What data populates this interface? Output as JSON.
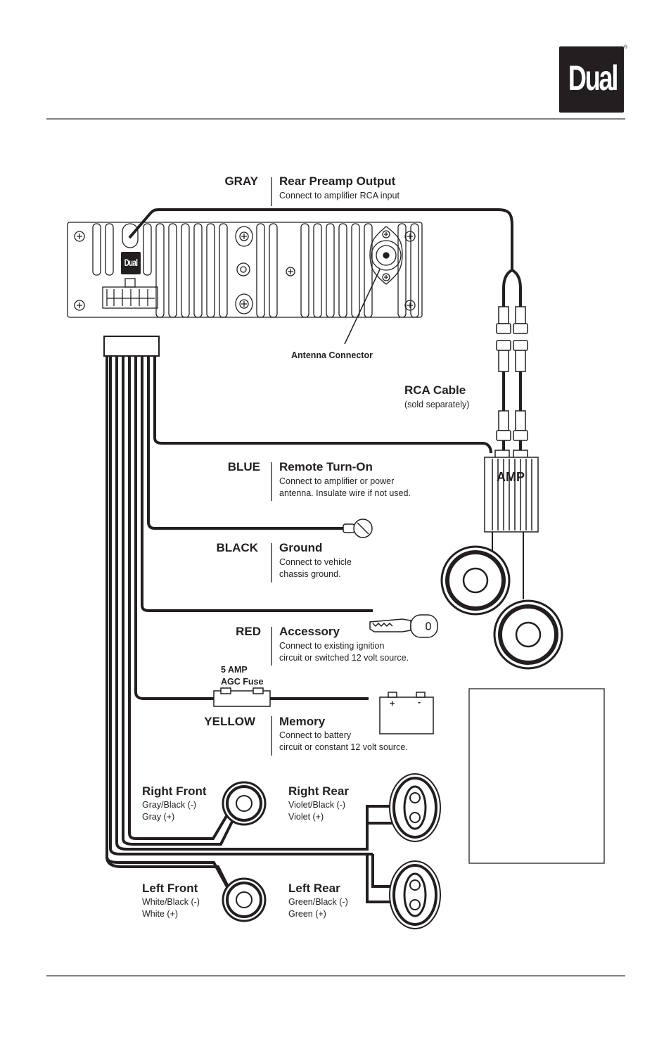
{
  "brand": {
    "logo_text": "Dual",
    "registered_mark": "®"
  },
  "unit": {
    "logo_text": "Dual"
  },
  "labels": {
    "antenna_connector": "Antenna Connector",
    "rca_cable": {
      "title": "RCA Cable",
      "note": "(sold separately)"
    },
    "amp": "AMP",
    "fuse": {
      "line1": "5 AMP",
      "line2": "AGC Fuse"
    }
  },
  "connections": [
    {
      "color": "GRAY",
      "title": "Rear Preamp Output",
      "desc": [
        "Connect to amplifier RCA input"
      ]
    },
    {
      "color": "BLUE",
      "title": "Remote Turn-On",
      "desc": [
        "Connect to amplifier or power",
        "antenna. Insulate wire if not used."
      ]
    },
    {
      "color": "BLACK",
      "title": "Ground",
      "desc": [
        "Connect to vehicle",
        "chassis ground."
      ]
    },
    {
      "color": "RED",
      "title": "Accessory",
      "desc": [
        "Connect to existing ignition",
        "circuit or switched 12 volt source."
      ]
    },
    {
      "color": "YELLOW",
      "title": "Memory",
      "desc": [
        "Connect to battery",
        "circuit or constant 12 volt source."
      ]
    }
  ],
  "battery": {
    "plus": "+",
    "minus": "-"
  },
  "speakers": [
    {
      "title": "Right Front",
      "neg": "Gray/Black (-)",
      "pos": "Gray (+)"
    },
    {
      "title": "Right Rear",
      "neg": "Violet/Black (-)",
      "pos": "Violet (+)"
    },
    {
      "title": "Left Front",
      "neg": "White/Black (-)",
      "pos": "White (+)"
    },
    {
      "title": "Left Rear",
      "neg": "Green/Black (-)",
      "pos": "Green (+)"
    }
  ]
}
